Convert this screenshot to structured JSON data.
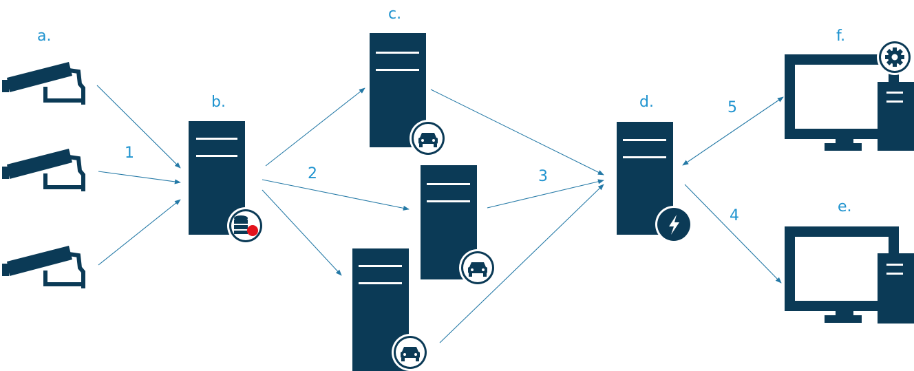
{
  "diagram": {
    "colors": {
      "dark": "#0b3a56",
      "arrow": "#2479a6",
      "label": "#1f93cf",
      "alert": "#e3121b"
    },
    "nodes": [
      {
        "id": "a",
        "label": "a.",
        "kind": "cameras"
      },
      {
        "id": "b",
        "label": "b.",
        "kind": "recording-server",
        "badge": "database-icon"
      },
      {
        "id": "c",
        "label": "c.",
        "kind": "lpr-server",
        "badge": "car-icon"
      },
      {
        "id": "c2",
        "label": "",
        "kind": "lpr-server",
        "badge": "car-icon"
      },
      {
        "id": "c3",
        "label": "",
        "kind": "lpr-server",
        "badge": "car-icon"
      },
      {
        "id": "d",
        "label": "d.",
        "kind": "event-server",
        "badge": "lightning-icon"
      },
      {
        "id": "e",
        "label": "e.",
        "kind": "client-workstation"
      },
      {
        "id": "f",
        "label": "f.",
        "kind": "management-workstation",
        "badge": "gear-icon"
      }
    ],
    "steps": [
      "1",
      "2",
      "3",
      "4",
      "5"
    ]
  }
}
